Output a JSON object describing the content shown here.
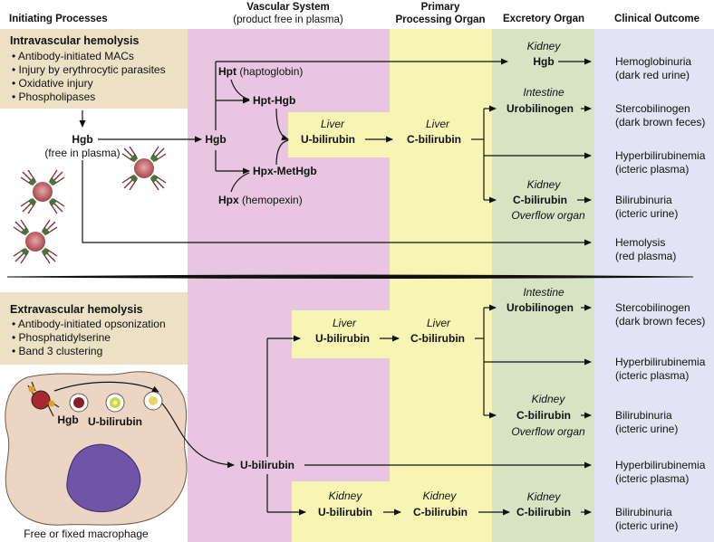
{
  "headers": {
    "initiating": "Initiating Processes",
    "vascular": "Vascular System",
    "vascular_sub": "(product free in plasma)",
    "primary_1": "Primary",
    "primary_2": "Processing Organ",
    "excretory": "Excretory Organ",
    "clinical": "Clinical Outcome"
  },
  "intravascular": {
    "title": "Intravascular hemolysis",
    "causes": [
      "Antibody-initiated MACs",
      "Injury by erythrocytic parasites",
      "Oxidative injury",
      "Phospholipases"
    ],
    "hgb_free": "Hgb",
    "hgb_free_sub": "(free in plasma)",
    "hgb": "Hgb",
    "hpt": "Hpt",
    "hpt_full": "(haptoglobin)",
    "hpt_hgb": "Hpt-Hgb",
    "hpx": "Hpx",
    "hpx_full": "(hemopexin)",
    "hpx_methgb": "Hpx-MetHgb",
    "liver_1": "Liver",
    "u_bili_1": "U-bilirubin",
    "liver_2": "Liver",
    "c_bili_1": "C-bilirubin",
    "kidney_1": "Kidney",
    "hgb_kidney": "Hgb",
    "intestine_1": "Intestine",
    "urobilinogen_1": "Urobilinogen",
    "kidney_2": "Kidney",
    "c_bili_2": "C-bilirubin",
    "overflow_1": "Overflow organ",
    "outcomes": [
      {
        "name": "Hemoglobinuria",
        "detail": "(dark red urine)"
      },
      {
        "name": "Stercobilinogen",
        "detail": "(dark brown feces)"
      },
      {
        "name": "Hyperbilirubinemia",
        "detail": "(icteric plasma)"
      },
      {
        "name": "Bilirubinuria",
        "detail": "(icteric urine)"
      },
      {
        "name": "Hemolysis",
        "detail": "(red plasma)"
      }
    ]
  },
  "extravascular": {
    "title": "Extravascular hemolysis",
    "causes": [
      "Antibody-initiated opsonization",
      "Phosphatidylserine",
      "Band 3 clustering"
    ],
    "macrophage_hgb": "Hgb",
    "macrophage_ubili": "U-bilirubin",
    "macrophage_caption": "Free or fixed macrophage",
    "u_bili_plasma": "U-bilirubin",
    "liver_1": "Liver",
    "u_bili_1": "U-bilirubin",
    "liver_2": "Liver",
    "c_bili_1": "C-bilirubin",
    "intestine": "Intestine",
    "urobilinogen": "Urobilinogen",
    "kidney_1": "Kidney",
    "c_bili_2": "C-bilirubin",
    "overflow": "Overflow organ",
    "kidney_2": "Kidney",
    "u_bili_2": "U-bilirubin",
    "kidney_3": "Kidney",
    "c_bili_3": "C-bilirubin",
    "kidney_4": "Kidney",
    "c_bili_4": "C-bilirubin",
    "outcomes": [
      {
        "name": "Stercobilinogen",
        "detail": "(dark brown feces)"
      },
      {
        "name": "Hyperbilirubinemia",
        "detail": "(icteric plasma)"
      },
      {
        "name": "Bilirubinuria",
        "detail": "(icteric urine)"
      },
      {
        "name": "Hyperbilirubinemia",
        "detail": "(icteric plasma)"
      },
      {
        "name": "Bilirubinuria",
        "detail": "(icteric urine)"
      }
    ]
  },
  "colors": {
    "vascular_band": "#e8c6e1",
    "primary_band": "#f8f5b4",
    "excretory_band": "#d6e4c4",
    "clinical_band": "#e2e3f3",
    "cause_box": "#ede1c5",
    "macrophage": "#ecd6c3",
    "nucleus": "#6f54a8"
  }
}
